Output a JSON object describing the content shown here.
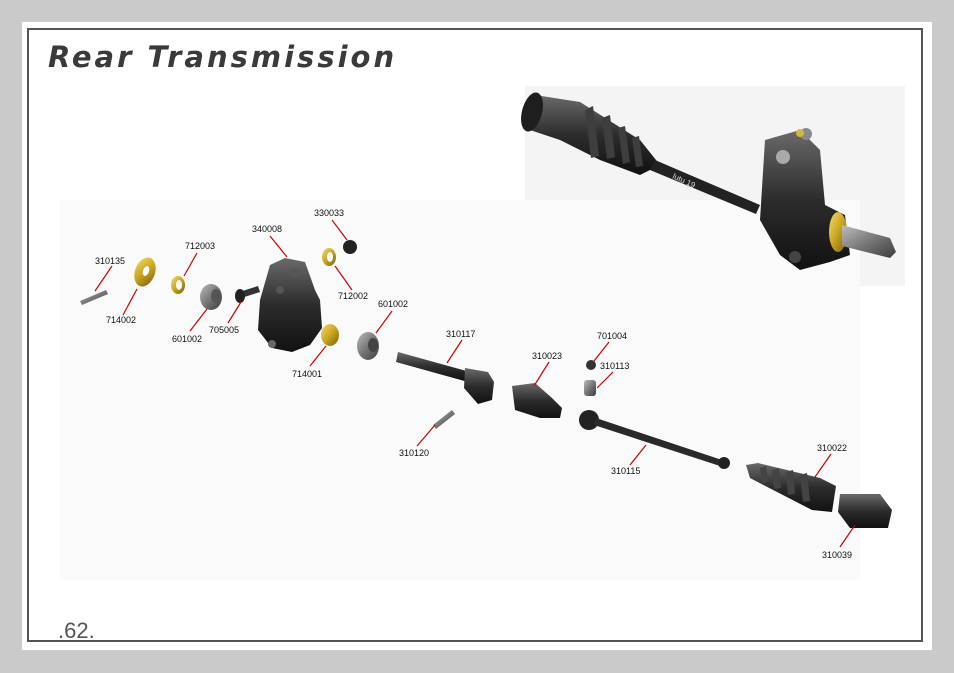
{
  "page": {
    "title": "Rear Transmission",
    "page_number": ".62."
  },
  "part_numbers": {
    "p310135": "310135",
    "p714002": "714002",
    "p712003": "712003",
    "p601002a": "601002",
    "p705005": "705005",
    "p340008": "340008",
    "p714001": "714001",
    "p330033": "330033",
    "p712002": "712002",
    "p601002b": "601002",
    "p310117": "310117",
    "p310120": "310120",
    "p310023": "310023",
    "p701004": "701004",
    "p310113": "310113",
    "p310115": "310115",
    "p310022": "310022",
    "p310039": "310039"
  },
  "assembly_label": "lutu 19"
}
